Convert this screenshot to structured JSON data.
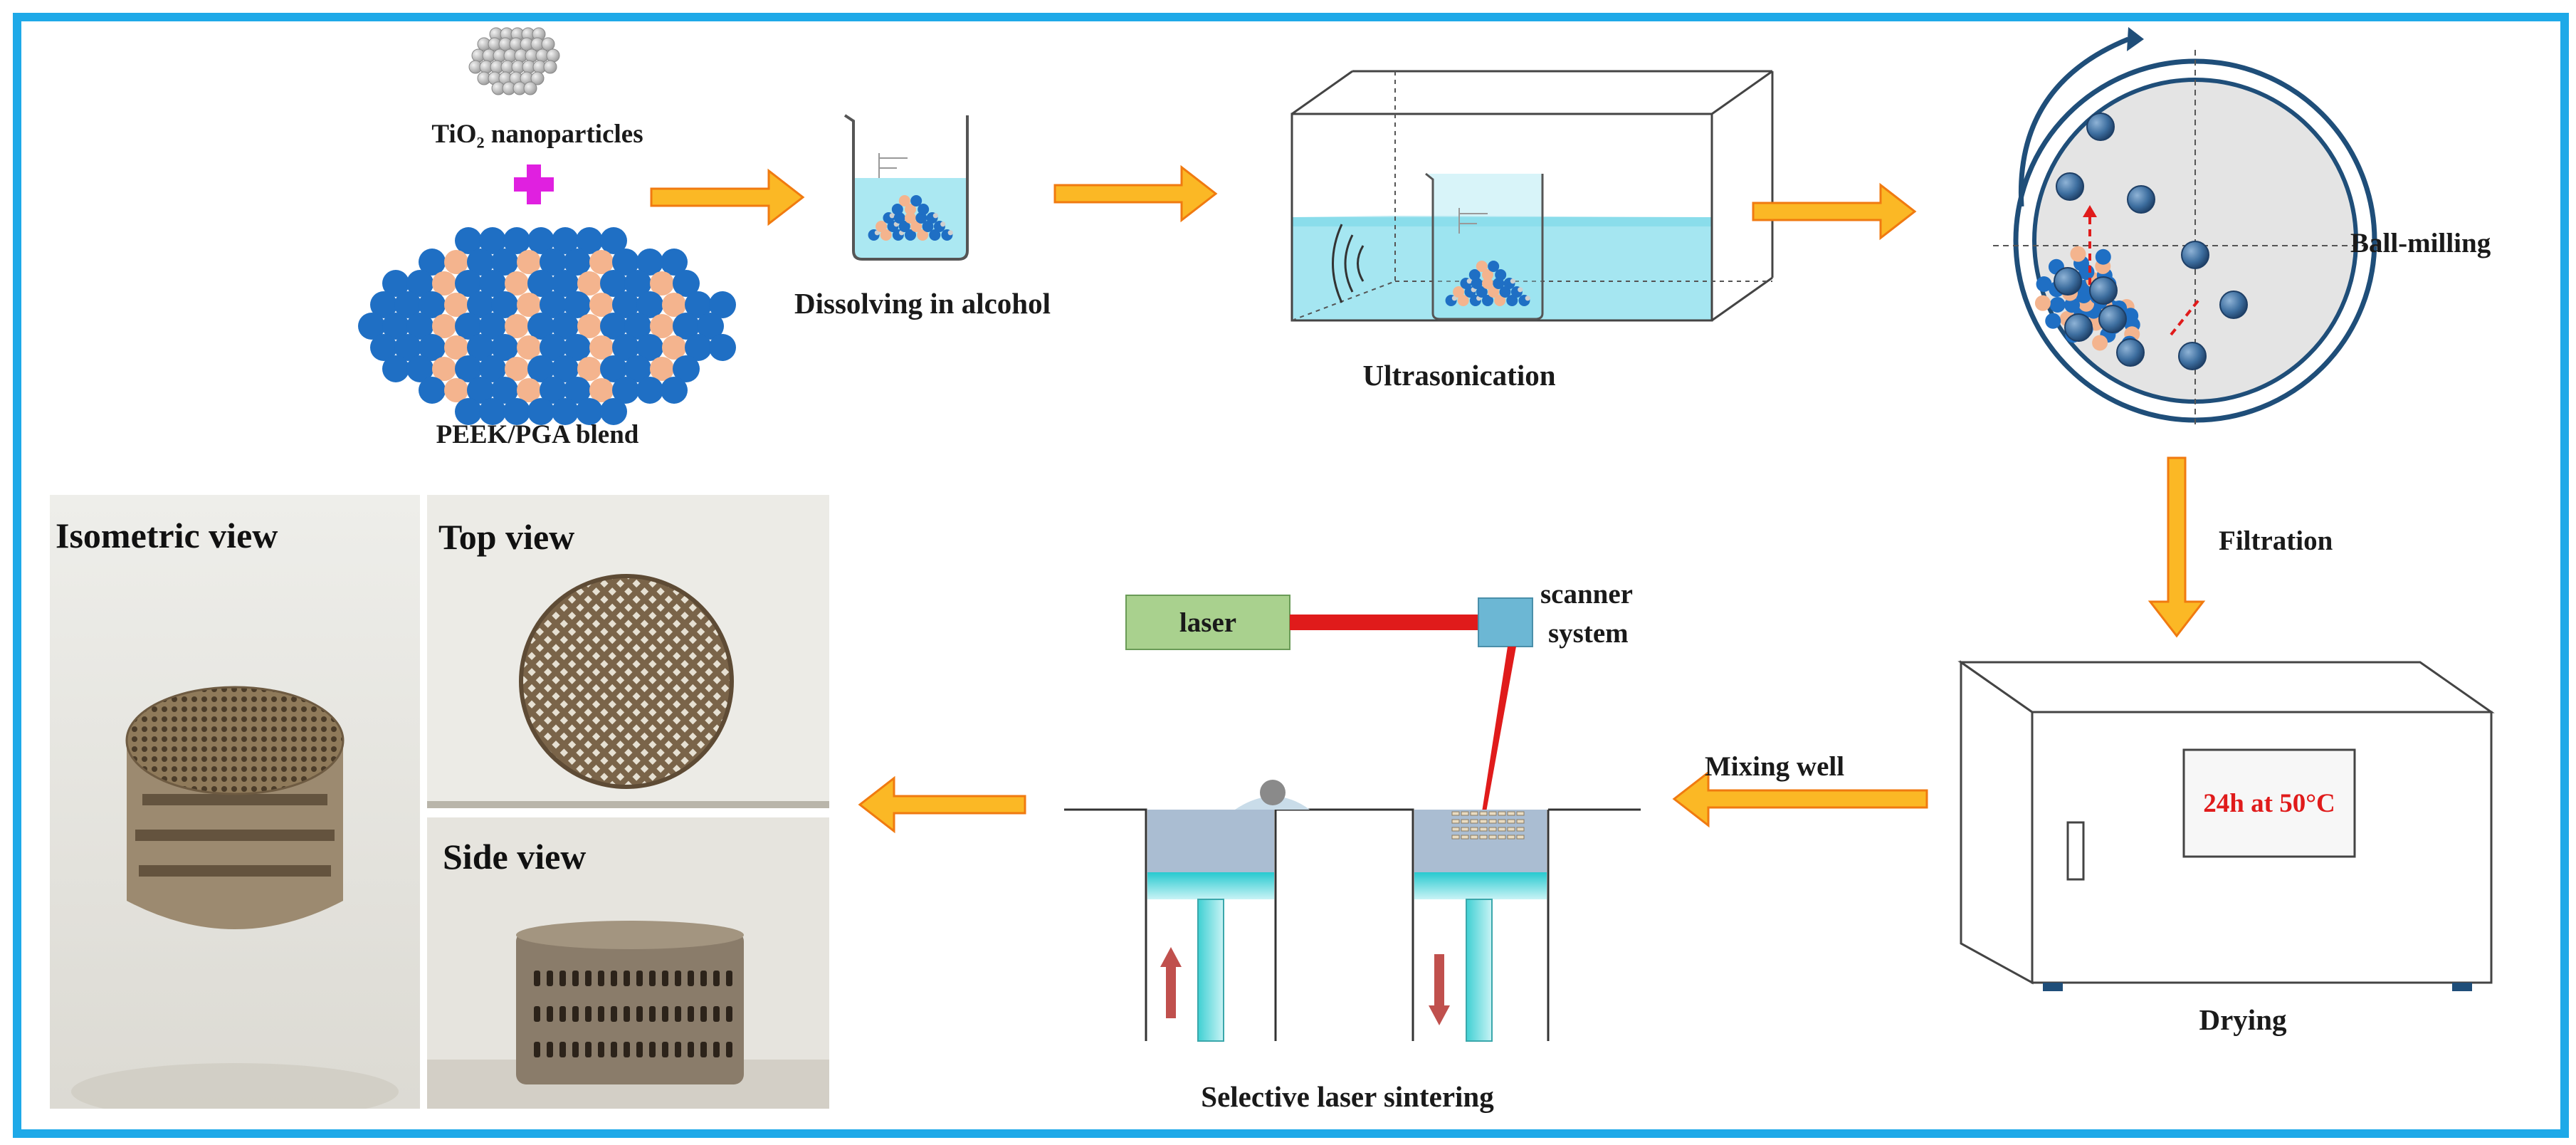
{
  "figure": {
    "frame_color": "#1ea9e8",
    "arrow_color": "#fbb825",
    "arrow_outline": "#f07a10",
    "peek_color": "#1f6fc4",
    "pga_color": "#f4b48e",
    "plus_color": "#e020e0",
    "liquid_color": "#8fe0ee",
    "laser_color": "#e01b1b"
  },
  "steps": {
    "tio2": "TiO₂ nanoparticles",
    "blend": "PEEK/PGA blend",
    "dissolving": "Dissolving in alcohol",
    "ultrasonication": "Ultrasonication",
    "ball_milling": "Ball-milling",
    "filtration": "Filtration",
    "drying": "Drying",
    "drying_display": "24h at 50°C",
    "mixing": "Mixing well",
    "sls": "Selective laser sintering"
  },
  "sls_apparatus": {
    "laser": "laser",
    "scanner_line1": "scanner",
    "scanner_line2": "system"
  },
  "photos": {
    "isometric": "Isometric view",
    "top": "Top view",
    "side": "Side view"
  }
}
